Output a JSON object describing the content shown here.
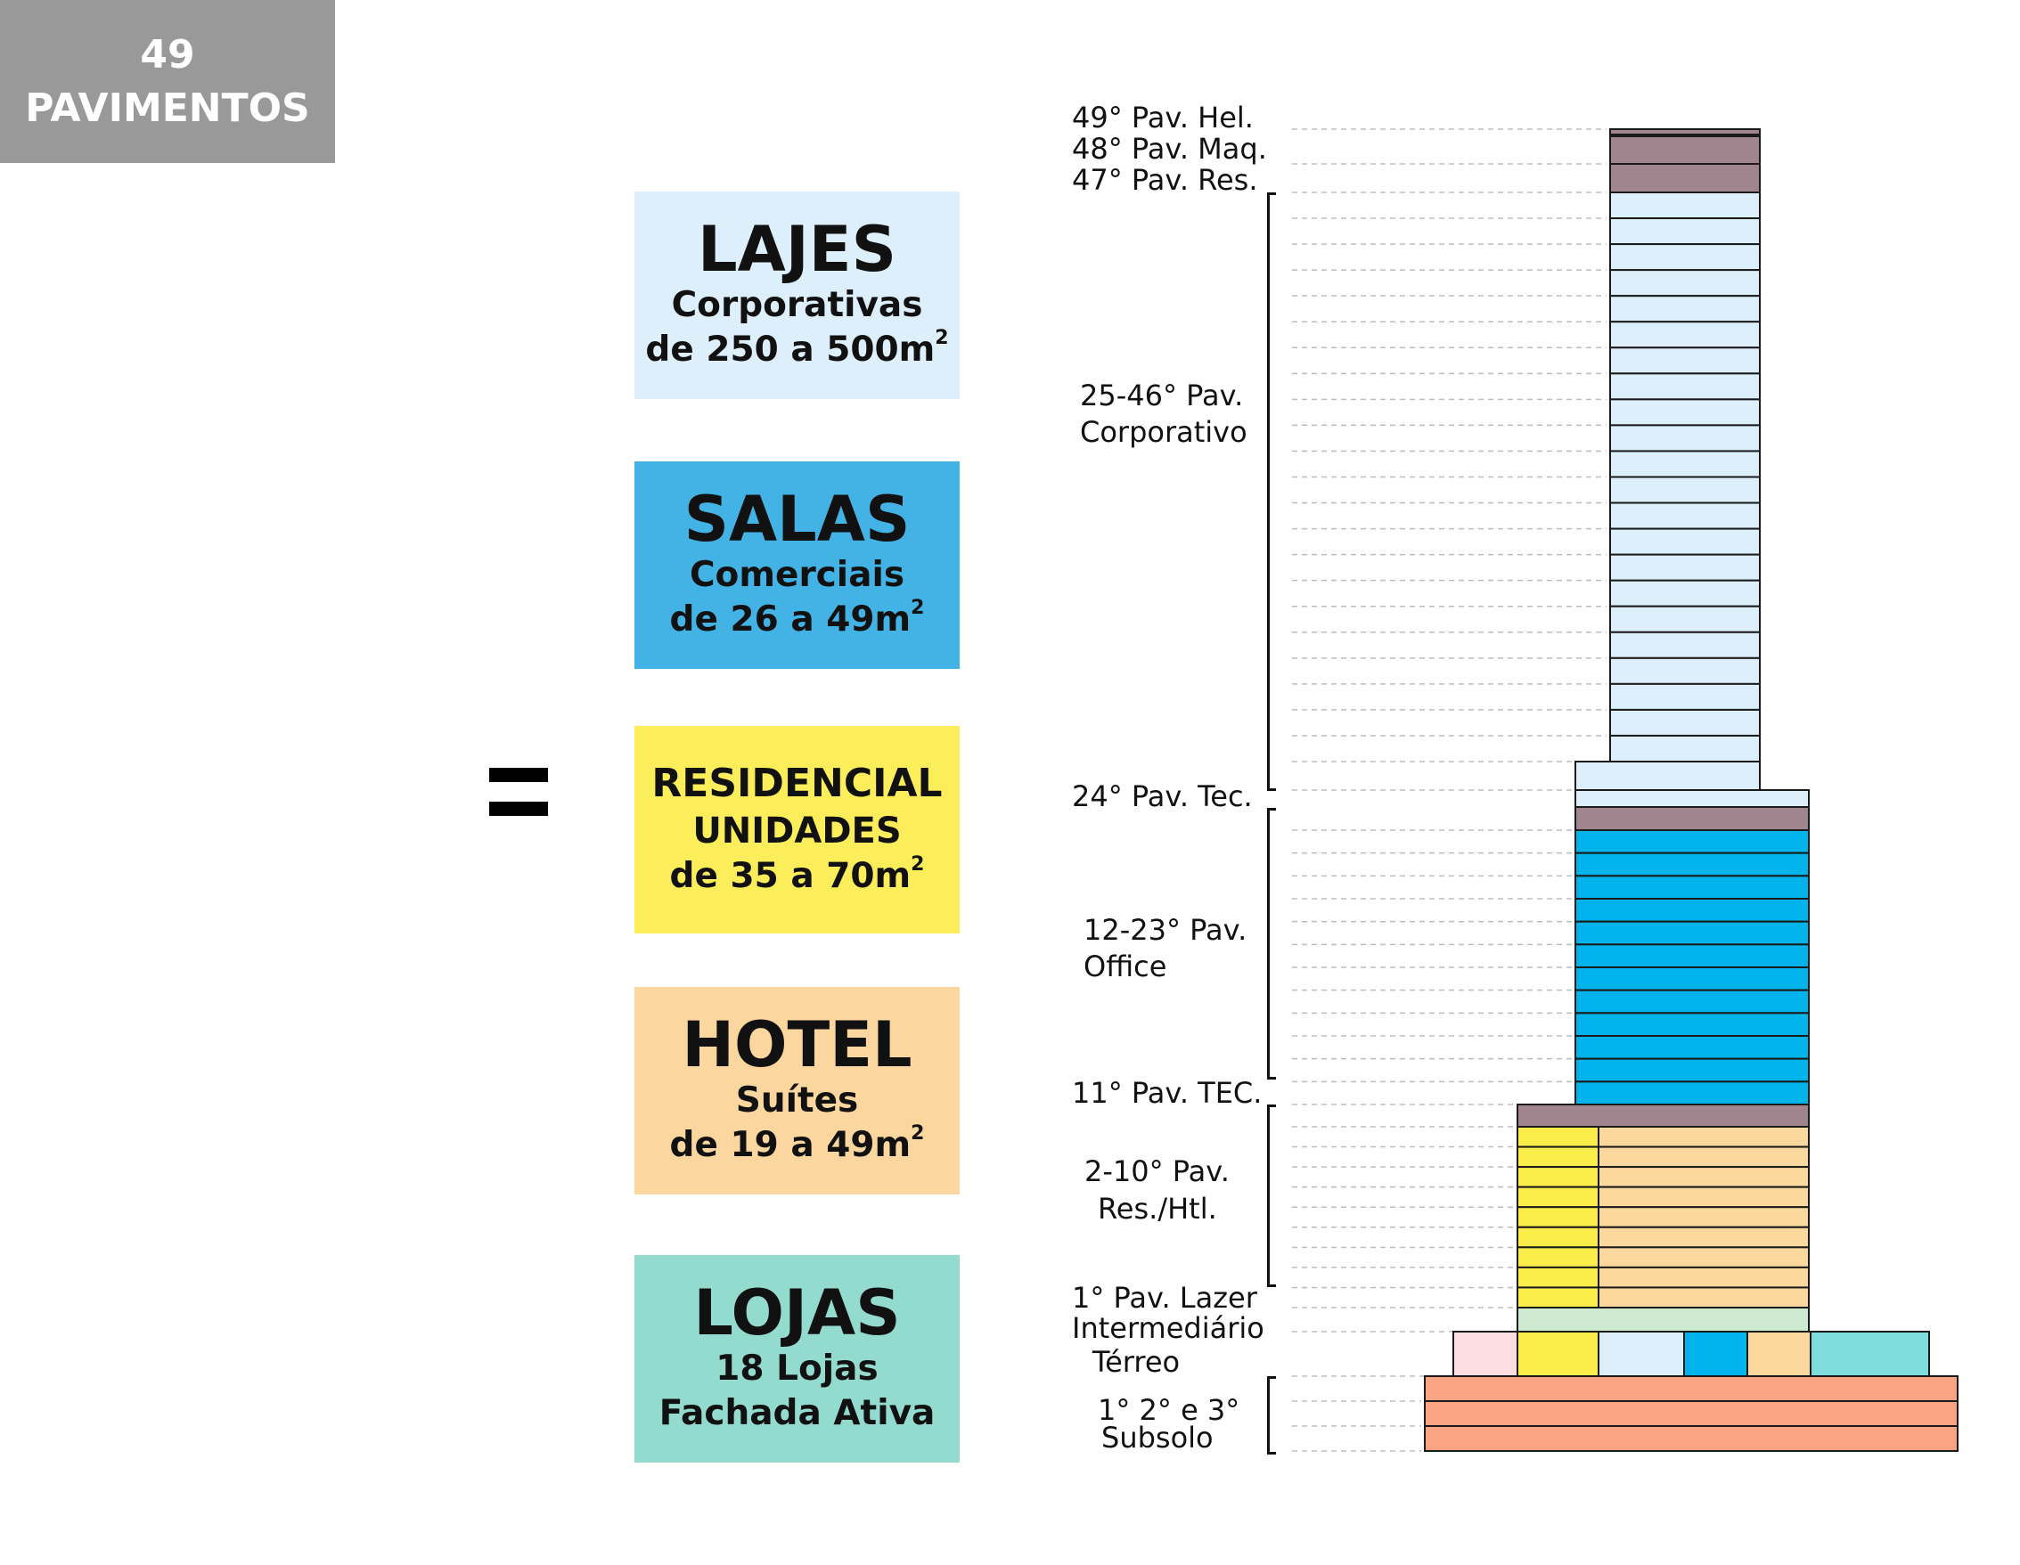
{
  "total": {
    "number": "49",
    "label": "PAVIMENTOS"
  },
  "equals_symbol": "=",
  "cards": [
    {
      "id": "lajes",
      "title": "LAJES",
      "line1": "Corporativas",
      "line2": "de 250 a 500m",
      "sup": "2",
      "color": "#DDEFFB"
    },
    {
      "id": "salas",
      "title": "SALAS",
      "line1": "Comerciais",
      "line2": "de 26 a 49m",
      "sup": "2",
      "color": "#43B2E4"
    },
    {
      "id": "residencial",
      "title": "RESIDENCIAL",
      "line1": "UNIDADES",
      "line2": "de 35 a 70m",
      "sup": "2",
      "color": "#FCEE5A"
    },
    {
      "id": "hotel",
      "title": "HOTEL",
      "line1": "Suítes",
      "line2": "de 19 a 49m",
      "sup": "2",
      "color": "#FBD79F"
    },
    {
      "id": "lojas",
      "title": "LOJAS",
      "line1": "18 Lojas",
      "line2": "Fachada Ativa",
      "sup": "",
      "color": "#94DBCF"
    }
  ],
  "floor_labels": {
    "hel": "49° Pav. Hel.",
    "maq": "48° Pav. Maq.",
    "res": "47° Pav. Res.",
    "corp_1": "25-46° Pav.",
    "corp_2": "Corporativo",
    "tec24": "24° Pav. Tec.",
    "office_1": "12-23° Pav.",
    "office_2": "Office",
    "tec11": "11° Pav. TEC.",
    "resh_1": "2-10° Pav.",
    "resh_2": "Res./Htl.",
    "lazer_1": "1° Pav. Lazer",
    "lazer_2": "Intermediário",
    "terreo": "Térreo",
    "subsolo_1": "1° 2° e 3°",
    "subsolo_2": "Subsolo"
  },
  "colors": {
    "technical": "#A0858F",
    "corporate": "#DDEFFB",
    "office": "#00B3EA",
    "residential": "#FCEE4A",
    "hotel": "#FBD99E",
    "leisure": "#CDEAD0",
    "basement": "#FBA484",
    "retail": [
      "#FCDDE0",
      "#FCEE4A",
      "#DDEFFB",
      "#00B3EA",
      "#FBD99E",
      "#7FDCDC"
    ]
  }
}
